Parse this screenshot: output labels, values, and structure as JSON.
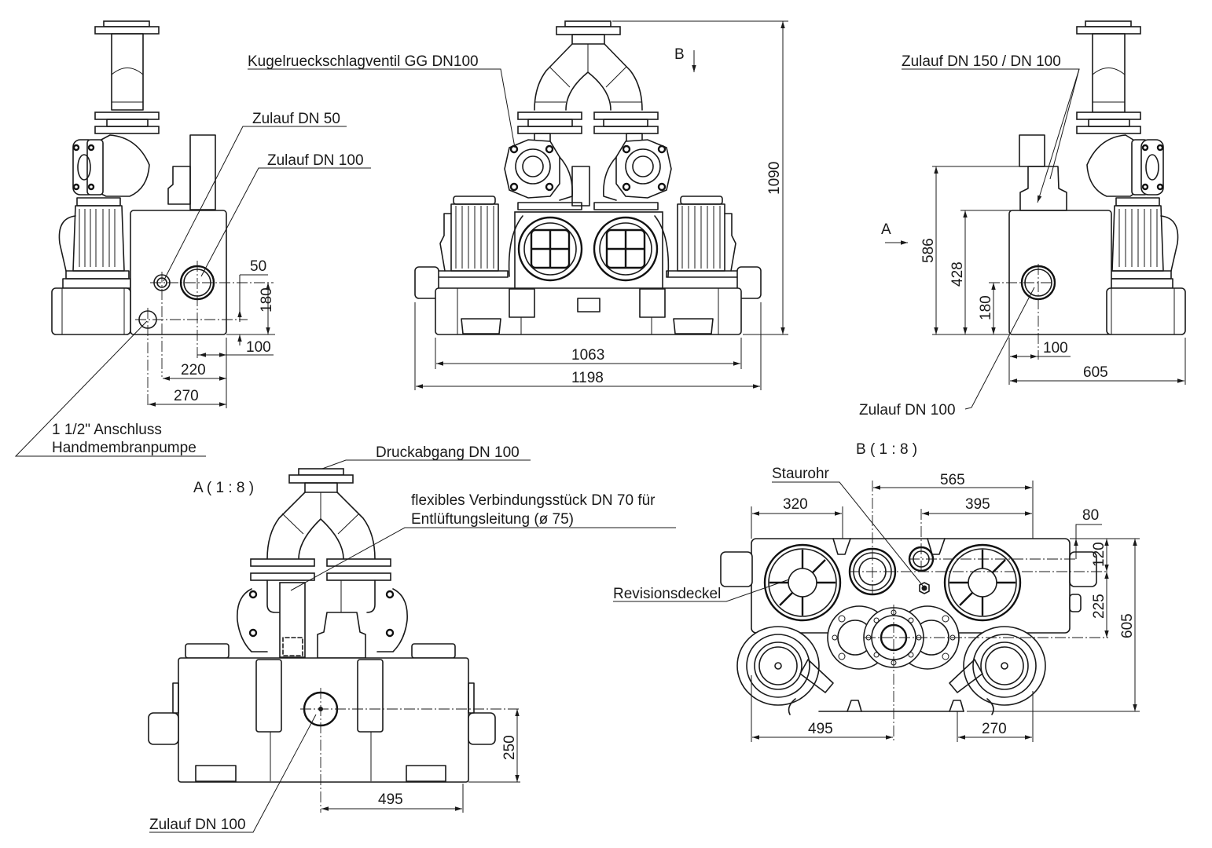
{
  "title": "Technical drawing – twin-pump lifting station (dimensions in mm)",
  "colors": {
    "line": "#1a1a1a",
    "background": "#ffffff"
  },
  "views": {
    "side_left": {
      "labels": {
        "inlet_dn50": "Zulauf DN 50",
        "inlet_dn100": "Zulauf DN 100",
        "hand_pump_line1": "1 1/2\" Anschluss",
        "hand_pump_line2": "Handmembranpumpe"
      },
      "dimensions": {
        "d50": "50",
        "d180": "180",
        "d100": "100",
        "d220": "220",
        "d270": "270"
      }
    },
    "front": {
      "labels": {
        "check_valve": "Kugelrueckschlagventil GG DN100",
        "view_b_marker": "B"
      },
      "dimensions": {
        "height": "1090",
        "width_inner": "1063",
        "width_total": "1198"
      }
    },
    "side_right": {
      "labels": {
        "inlet_dn150_100": "Zulauf DN 150 / DN 100",
        "inlet_dn100": "Zulauf DN 100",
        "view_a_marker": "A"
      },
      "dimensions": {
        "d586": "586",
        "d428": "428",
        "d180": "180",
        "d100": "100",
        "d605": "605"
      }
    },
    "view_a": {
      "title": "A ( 1 : 8 )",
      "labels": {
        "pressure_outlet": "Druckabgang DN 100",
        "flex_line1": "flexibles Verbindungsstück DN 70 für",
        "flex_line2": "Entlüftungsleitung (ø 75)",
        "inlet_dn100": "Zulauf DN 100"
      },
      "dimensions": {
        "d250": "250",
        "d495": "495"
      }
    },
    "view_b": {
      "title": "B ( 1 : 8 )",
      "labels": {
        "staurohr": "Staurohr",
        "revisionsdeckel": "Revisionsdeckel"
      },
      "dimensions": {
        "d565": "565",
        "d320": "320",
        "d395": "395",
        "d80": "80",
        "d120": "120",
        "d225": "225",
        "d605": "605",
        "d495": "495",
        "d270": "270"
      }
    }
  }
}
